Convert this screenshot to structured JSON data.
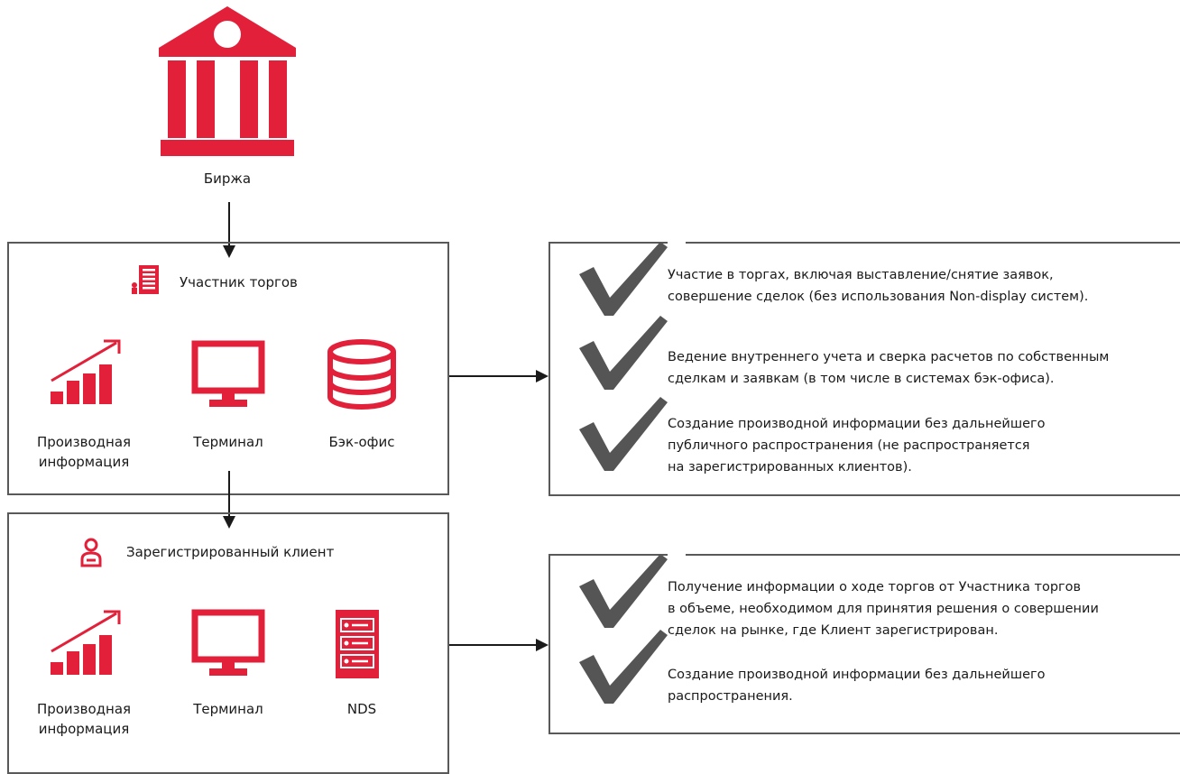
{
  "colors": {
    "accent": "#e2203a",
    "line": "#595959",
    "check": "#555555"
  },
  "exchange": {
    "label": "Биржа",
    "icon": "exchange-building-icon"
  },
  "participant": {
    "title": "Участник торгов",
    "icon": "office-building-icon",
    "items": [
      {
        "label": "Производная\nинформация",
        "icon": "growth-chart-icon"
      },
      {
        "label": "Терминал",
        "icon": "monitor-icon"
      },
      {
        "label": "Бэк-офис",
        "icon": "database-icon"
      }
    ],
    "rights": [
      "Участие в торгах, включая выставление/снятие заявок,\nсовершение сделок (без использования Non-display систем).",
      "Ведение внутреннего учета и сверка расчетов по собственным\nсделкам и заявкам (в том числе в системах бэк-офиса).",
      "Создание производной информации без дальнейшего\nпубличного распространения (не распространяется\nна зарегистрированных клиентов)."
    ]
  },
  "client": {
    "title": "Зарегистрированный клиент",
    "icon": "person-icon",
    "items": [
      {
        "label": "Производная\nинформация",
        "icon": "growth-chart-icon"
      },
      {
        "label": "Терминал",
        "icon": "monitor-icon"
      },
      {
        "label": "NDS",
        "icon": "server-icon"
      }
    ],
    "rights": [
      "Получение информации о ходе торгов от Участника торгов\n в объеме, необходимом для принятия решения о совершении\nсделок на рынке, где Клиент зарегистрирован.",
      "Создание производной информации без дальнейшего\nраспространения."
    ]
  }
}
